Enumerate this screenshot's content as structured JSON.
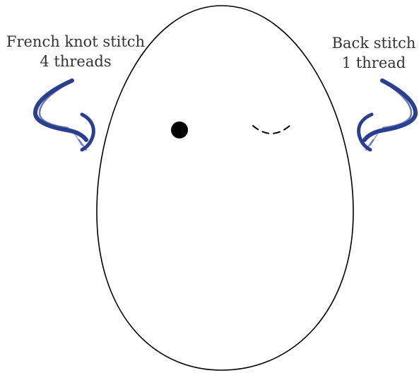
{
  "annotations": {
    "left": {
      "line1": "French knot stitch",
      "line2": "4 threads"
    },
    "right": {
      "line1": "Back stitch",
      "line2": "1 thread"
    }
  },
  "colors": {
    "outline": "#000000",
    "text": "#333333",
    "arrow": "#2b3f8f"
  }
}
